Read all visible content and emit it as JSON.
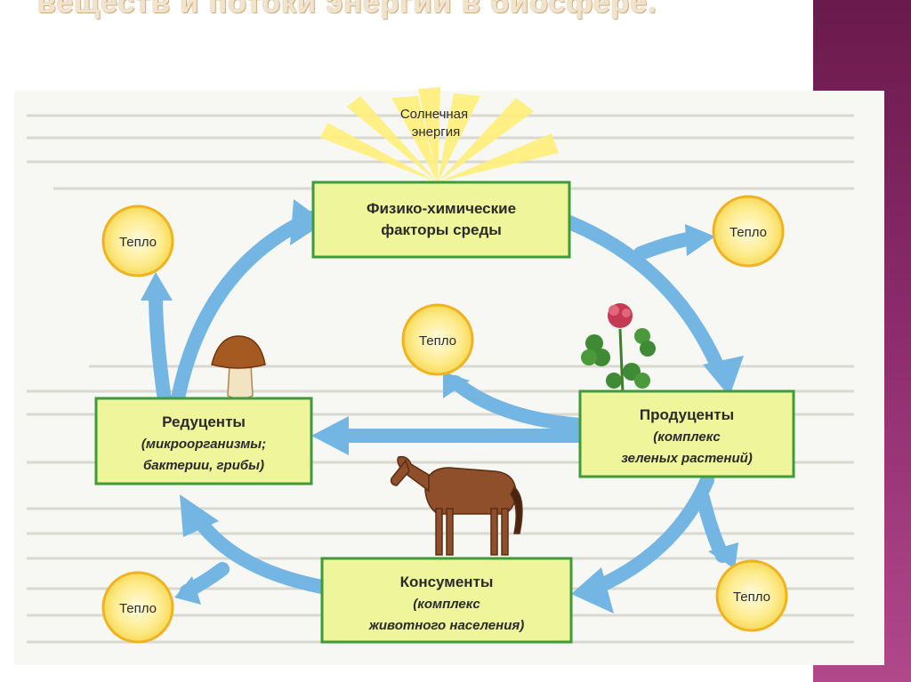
{
  "title": "веществ и потоки энергии в биосфере.",
  "sun_label_line1": "Солнечная",
  "sun_label_line2": "энергия",
  "heat_label": "Тепло",
  "boxes": {
    "physchem_line1": "Физико-химические",
    "physchem_line2": "факторы среды",
    "producers_line1": "Продуценты",
    "producers_line2": "(комплекс",
    "producers_line3": "зеленых растений)",
    "reducers_line1": "Редуценты",
    "reducers_line2": "(микроорганизмы;",
    "reducers_line3": "бактерии, грибы)",
    "consumers_line1": "Консументы",
    "consumers_line2": "(комплекс",
    "consumers_line3": "животного населения)"
  },
  "colors": {
    "box_fill": "#eef59a",
    "box_border": "#3f9a3a",
    "arrow": "#74b6e3",
    "heat_fill": "#fdeb8a",
    "heat_border": "#f0b21e",
    "sun": "#fff080",
    "side_bar": "#8a2a6a"
  }
}
